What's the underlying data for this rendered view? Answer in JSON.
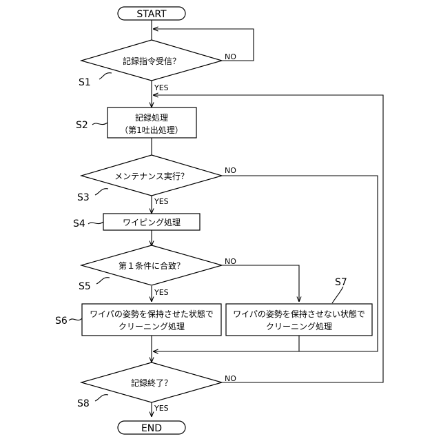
{
  "terminals": {
    "start": "START",
    "end": "END"
  },
  "steps": {
    "s1": {
      "tag": "S1",
      "text": "記録指令受信？"
    },
    "s2": {
      "tag": "S2",
      "line1": "記録処理",
      "line2": "（第1吐出処理）"
    },
    "s3": {
      "tag": "S3",
      "text": "メンテナンス実行？"
    },
    "s4": {
      "tag": "S4",
      "text": "ワイピング処理"
    },
    "s5": {
      "tag": "S5",
      "text": "第１条件に合致？"
    },
    "s6": {
      "tag": "S6",
      "line1": "ワイパの姿勢を保持させた状態で",
      "line2": "クリーニング処理"
    },
    "s7": {
      "tag": "S7",
      "line1": "ワイパの姿勢を保持させない状態で",
      "line2": "クリーニング処理"
    },
    "s8": {
      "tag": "S8",
      "text": "記録終了？"
    }
  },
  "branch_labels": {
    "s1_yes": "YES",
    "s1_no": "NO",
    "s3_yes": "YES",
    "s3_no": "NO",
    "s5_yes": "YES",
    "s5_no": "NO",
    "s8_yes": "YES",
    "s8_no": "NO"
  }
}
